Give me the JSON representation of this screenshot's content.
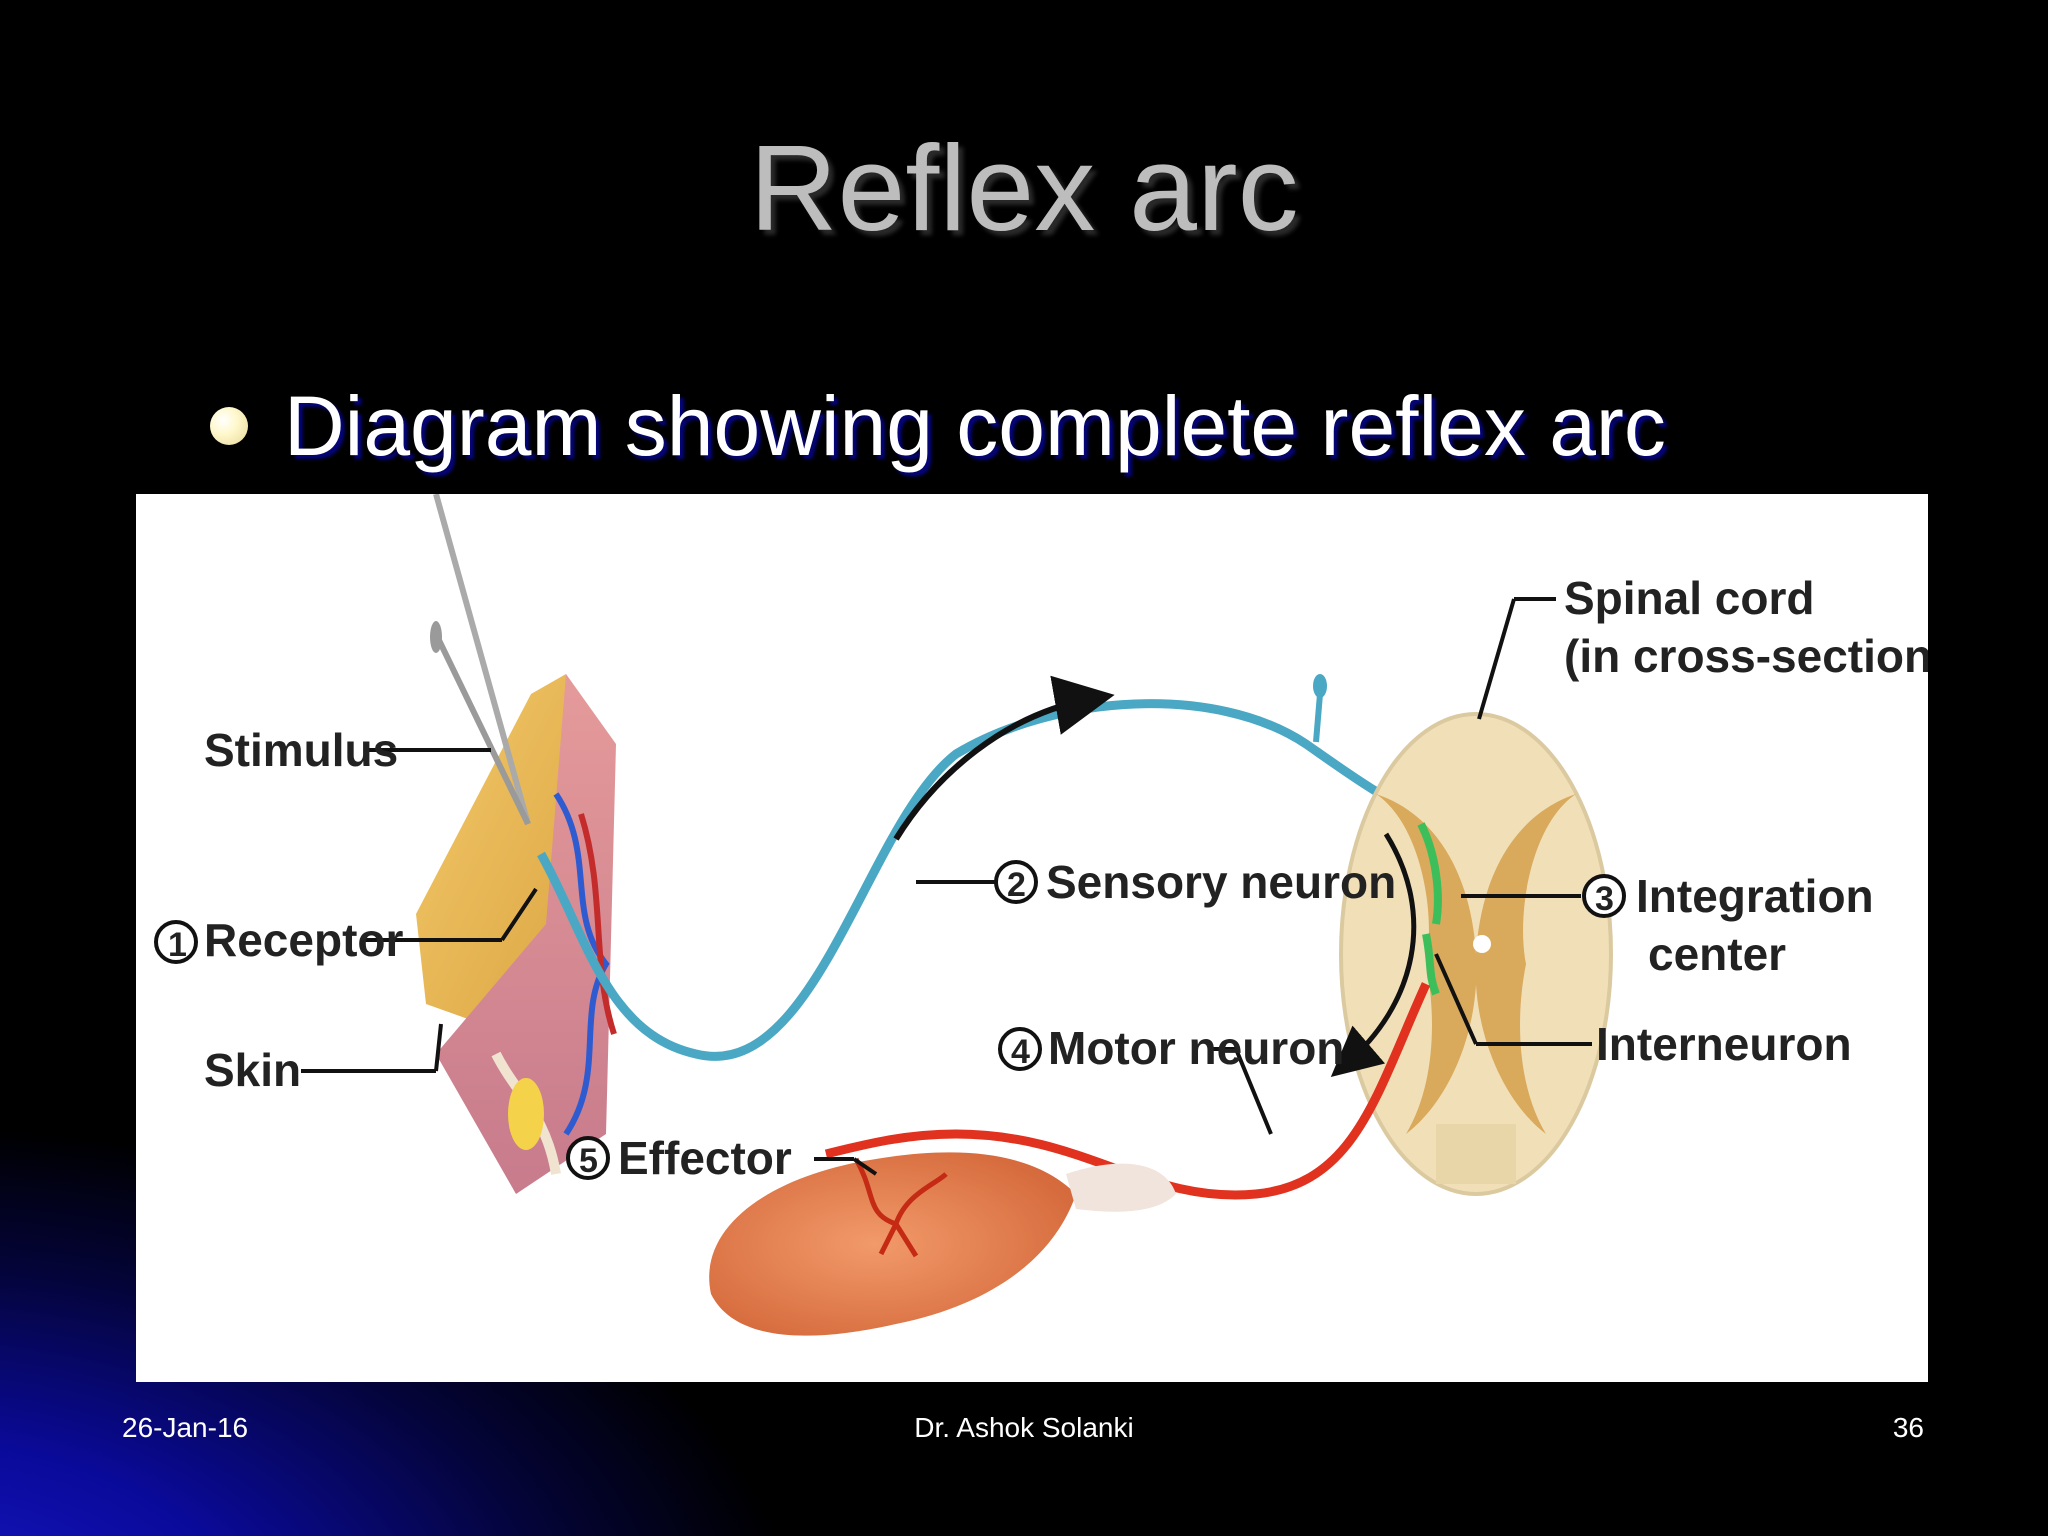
{
  "slide": {
    "title": "Reflex arc",
    "bullet": "Diagram showing complete reflex arc"
  },
  "diagram": {
    "labels": {
      "stimulus": "Stimulus",
      "receptor": "Receptor",
      "skin": "Skin",
      "sensory_neuron": "Sensory neuron",
      "motor_neuron": "Motor neuron",
      "effector": "Effector",
      "spinal_cord_line1": "Spinal cord",
      "spinal_cord_line2": "(in cross-section)",
      "integration_line1": "Integration",
      "integration_line2": "center",
      "interneuron": "Interneuron"
    },
    "step_numbers": {
      "receptor": "1",
      "sensory_neuron": "2",
      "integration": "3",
      "motor_neuron": "4",
      "effector": "5"
    },
    "colors": {
      "sensory_neuron": "#4aa8c4",
      "motor_neuron": "#e0321e",
      "spinal_cord": "#f1dfb8",
      "gray_matter": "#d9a95c",
      "muscle": "#de7a4a"
    }
  },
  "footer": {
    "date": "26-Jan-16",
    "author": "Dr. Ashok Solanki",
    "page": "36"
  }
}
